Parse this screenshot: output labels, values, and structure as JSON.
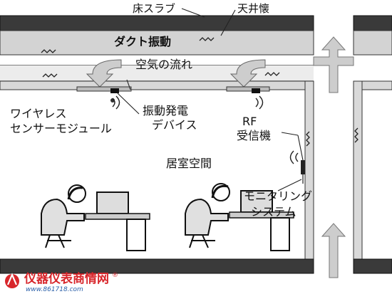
{
  "labels": {
    "slab": "床スラブ",
    "ceiling_void": "天井懐",
    "duct_vibration": "ダクト振動",
    "airflow": "空気の流れ",
    "power_device_line1": "振動発電",
    "power_device_line2": "デバイス",
    "wireless_line1": "ワイヤレス",
    "wireless_line2": "センサーモジュール",
    "rf_line1": "RF",
    "rf_line2": "受信機",
    "living_space": "居室空間",
    "monitoring_line1": "モニタリング",
    "monitoring_line2": "システム"
  },
  "watermark": {
    "brand": "仪器仪表商情网",
    "url": "www.861718.com",
    "registered": "®"
  },
  "colors": {
    "slab_fill": "#3a3a3a",
    "duct_fill": "#cfcfcf",
    "wall_fill": "#d9d9d9",
    "arrow_fill": "#cdcdcd",
    "watermark_red": "#d8262b",
    "watermark_blue": "#2a5fa8"
  }
}
